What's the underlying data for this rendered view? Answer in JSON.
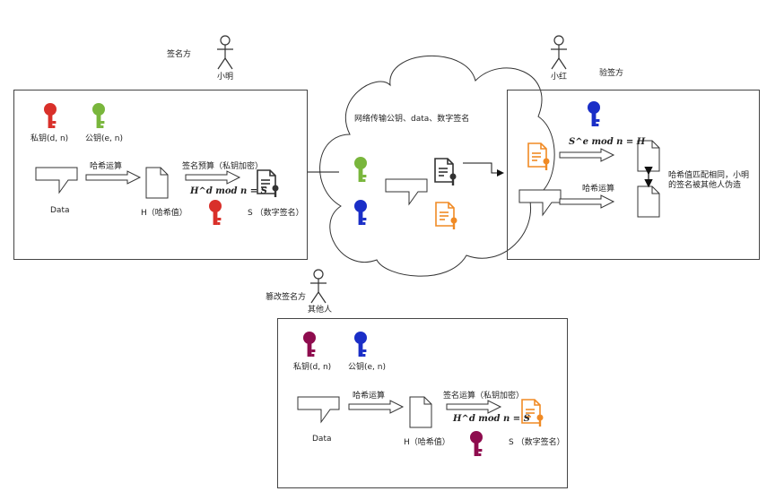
{
  "signer": {
    "role": "签名方",
    "person": "小明",
    "private_key": "私钥(d, n)",
    "public_key": "公钥(e, n)",
    "data": "Data",
    "hash_op": "哈希运算",
    "hash_value": "H（哈希值）",
    "sign_op": "签名预算（私钥加密）",
    "sign_eq": "H^d mod n = S",
    "signature": "S （数字签名）"
  },
  "network": {
    "label": "网络传输公钥、data、数字签名"
  },
  "verifier": {
    "role": "验签方",
    "person": "小红",
    "verify_eq": "S^e mod n = H",
    "hash_op": "哈希运算",
    "result": "哈希值匹配相同，小明的签名被其他人伪造"
  },
  "forger": {
    "role": "篡改签名方",
    "person": "其他人",
    "private_key": "私钥(d, n)",
    "public_key": "公钥(e, n)",
    "data": "Data",
    "hash_op": "哈希运算",
    "hash_value": "H（哈希值）",
    "sign_op": "签名运算（私钥加密）",
    "sign_eq": "H^d mod n = S",
    "signature": "S （数字签名）"
  },
  "colors": {
    "red_key": "#d9302a",
    "green_key": "#79b63c",
    "blue_key": "#1a2ec7",
    "purple_key": "#8e0c4e",
    "orange_doc": "#f08a24",
    "dark_doc": "#333333"
  }
}
